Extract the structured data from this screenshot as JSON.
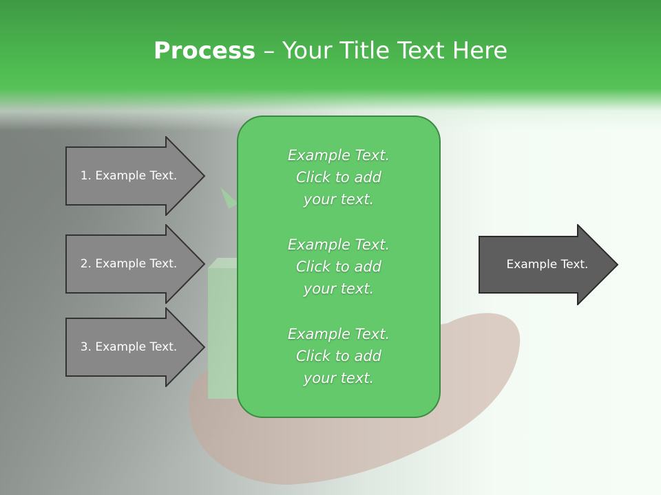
{
  "title": {
    "bold": "Process",
    "rest": " – Your Title Text Here"
  },
  "left_arrows": [
    {
      "label": "1. Example Text."
    },
    {
      "label": "2. Example Text."
    },
    {
      "label": "3. Example Text."
    }
  ],
  "center_card": {
    "paragraphs": [
      "Example Text.\nClick  to add\nyour text.",
      "Example Text.\nClick  to add\nyour text.",
      "Example Text.\nClick  to add\nyour text."
    ]
  },
  "right_arrow": {
    "label": "Example Text."
  },
  "colors": {
    "header_green": "#4fbd51",
    "card_green": "#63c96a",
    "arrow_gray": "#888888",
    "arrow_dark": "#5e5e5e"
  }
}
